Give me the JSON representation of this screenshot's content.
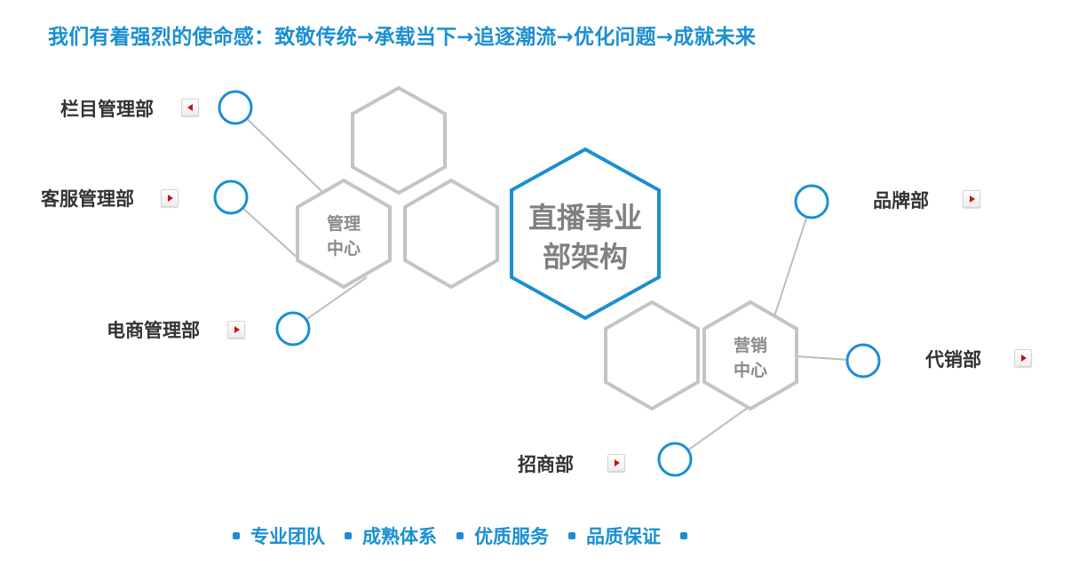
{
  "tagline": "我们有着强烈的使命感：致敬传统→承载当下→追逐潮流→优化问题→成就未来",
  "center": {
    "line1": "直播事业",
    "line2": "部架构"
  },
  "management_center": {
    "line1": "管理",
    "line2": "中心"
  },
  "marketing_center": {
    "line1": "营销",
    "line2": "中心"
  },
  "departments": {
    "column": "栏目管理部",
    "customer_service": "客服管理部",
    "ecommerce": "电商管理部",
    "brand": "品牌部",
    "distribution": "代销部",
    "investment": "招商部"
  },
  "footer": [
    "专业团队",
    "成熟体系",
    "优质服务",
    "品质保证"
  ],
  "colors": {
    "accent": "#1b8fd2",
    "hex_stroke": "#c4c4c4",
    "connector": "#bdbdbd",
    "arrow": "#c0161a"
  }
}
